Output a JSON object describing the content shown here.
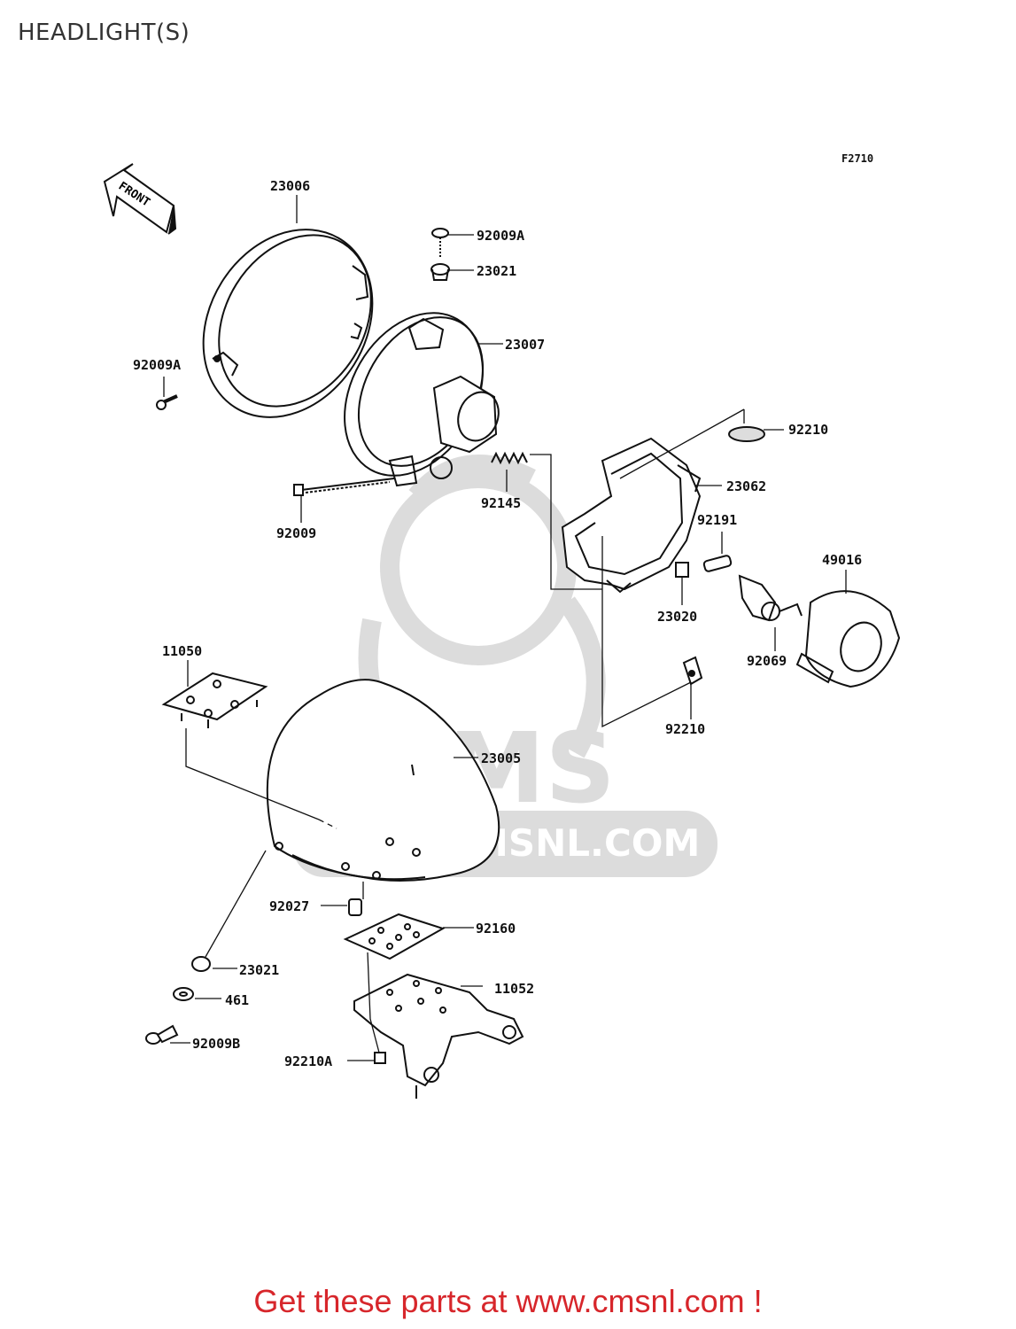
{
  "page": {
    "title": "HEADLIGHT(S)",
    "figure_code": "F2710"
  },
  "front_marker": {
    "label": "FRONT"
  },
  "watermark": {
    "brand": "CMS",
    "url": "WWW.CMSNL.COM",
    "color": "#d9d9d9"
  },
  "footer": {
    "text": "Get these parts at www.cmsnl.com !",
    "color": "#d7262b"
  },
  "parts": [
    {
      "id": "23006",
      "label": "23006"
    },
    {
      "id": "92009A-top",
      "label": "92009A"
    },
    {
      "id": "23021-top",
      "label": "23021"
    },
    {
      "id": "23007",
      "label": "23007"
    },
    {
      "id": "92009A-left",
      "label": "92009A"
    },
    {
      "id": "92210-top",
      "label": "92210"
    },
    {
      "id": "23062",
      "label": "23062"
    },
    {
      "id": "92145",
      "label": "92145"
    },
    {
      "id": "92009",
      "label": "92009"
    },
    {
      "id": "92191",
      "label": "92191"
    },
    {
      "id": "49016",
      "label": "49016"
    },
    {
      "id": "23020",
      "label": "23020"
    },
    {
      "id": "92069",
      "label": "92069"
    },
    {
      "id": "11050",
      "label": "11050"
    },
    {
      "id": "92210-mid",
      "label": "92210"
    },
    {
      "id": "23005",
      "label": "23005"
    },
    {
      "id": "92027",
      "label": "92027"
    },
    {
      "id": "92160",
      "label": "92160"
    },
    {
      "id": "23021-bottom",
      "label": "23021"
    },
    {
      "id": "11052",
      "label": "11052"
    },
    {
      "id": "461",
      "label": "461"
    },
    {
      "id": "92009B",
      "label": "92009B"
    },
    {
      "id": "92210A",
      "label": "92210A"
    }
  ]
}
